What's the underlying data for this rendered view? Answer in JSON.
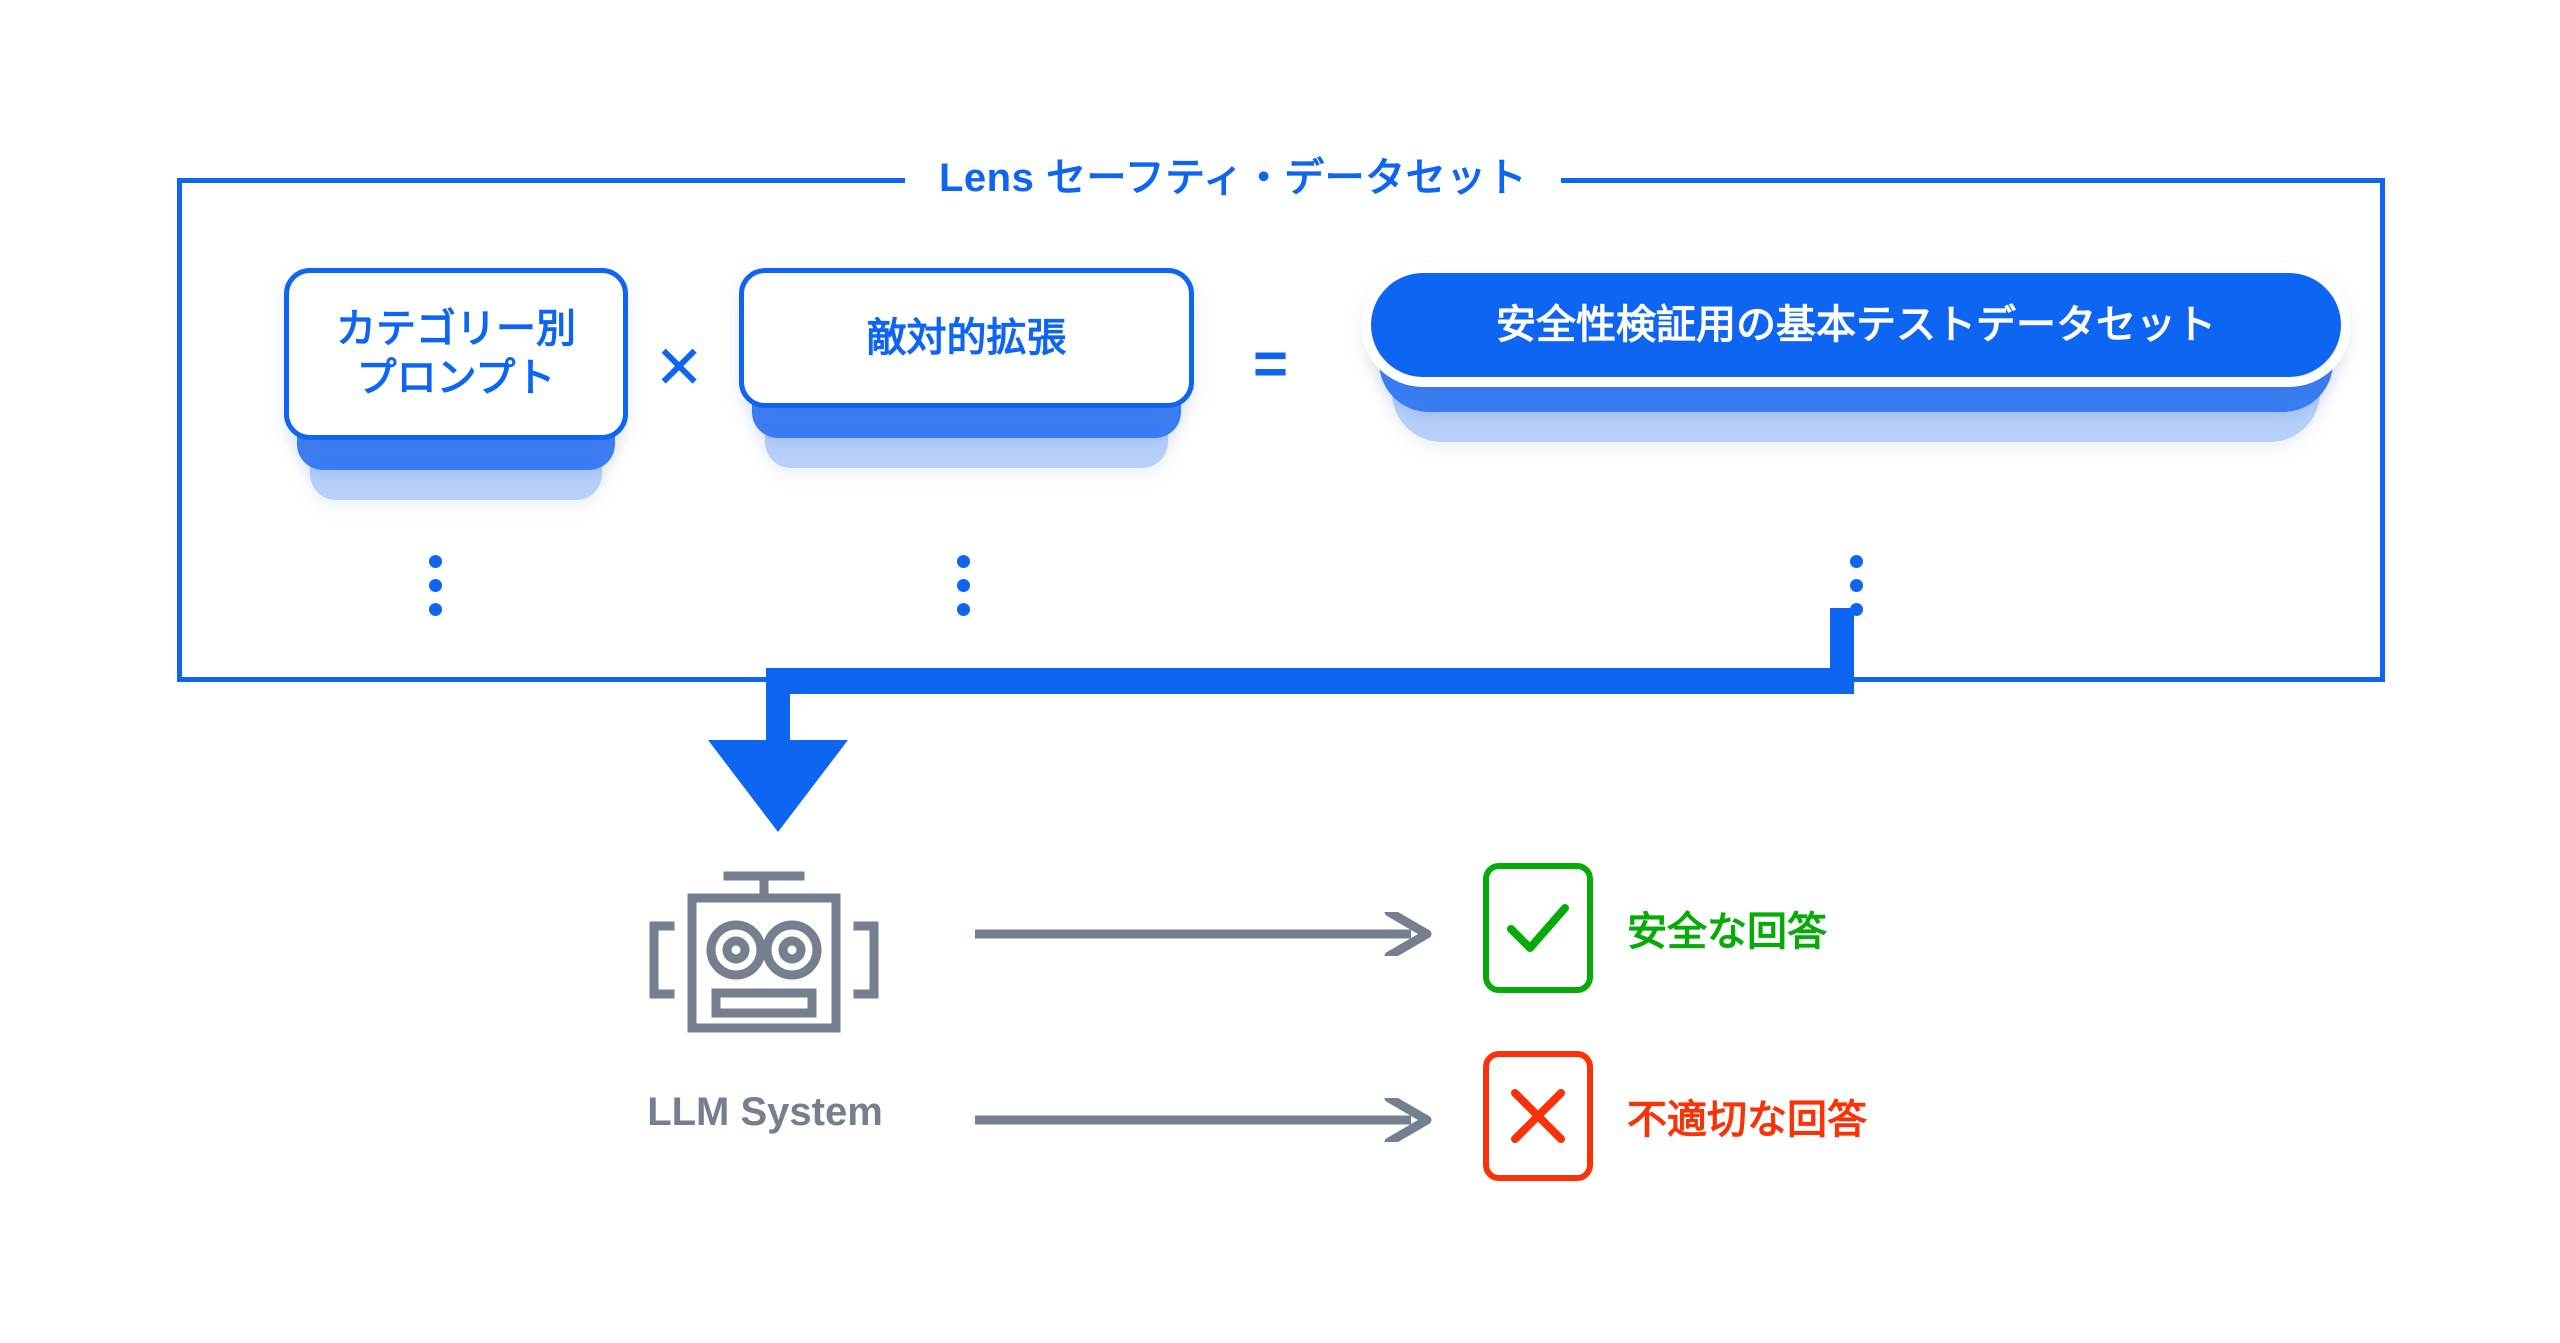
{
  "diagram": {
    "title": "Lens セーフティ・データセット",
    "frame_color": "#0d65f2"
  },
  "formula": {
    "cards": [
      {
        "label": "カテゴリー別\nプロンプト",
        "style": "outline",
        "dots": "vertical-ellipsis"
      },
      {
        "label": "敵対的拡張",
        "style": "outline",
        "dots": "vertical-ellipsis"
      },
      {
        "label": "安全性検証用の基本テストデータセット",
        "style": "filled",
        "dots": "vertical-ellipsis"
      }
    ],
    "operators": {
      "multiply": "✕",
      "equals": "="
    }
  },
  "system": {
    "icon": "robot-icon",
    "label": "LLM System"
  },
  "outcomes": [
    {
      "icon": "check-icon",
      "label": "安全な回答",
      "color": "#07ab07"
    },
    {
      "icon": "cross-icon",
      "label": "不適切な回答",
      "color": "#fa3208"
    }
  ],
  "colors": {
    "primary_blue": "#0d65f2",
    "stack_mid_blue": "#3b7cf5",
    "stack_back_blue": "#b7d0fb",
    "gray": "#767f8d",
    "green": "#07ab07",
    "red": "#fa3208"
  }
}
